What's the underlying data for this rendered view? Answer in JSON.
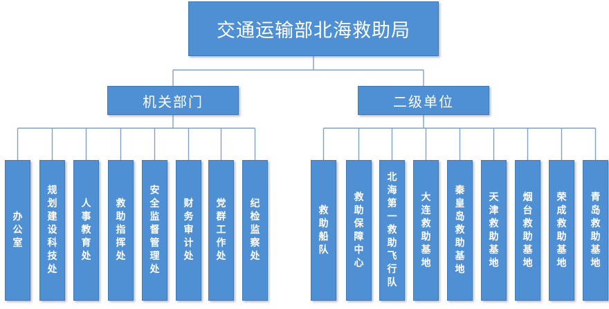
{
  "root": {
    "label": "交通运输部北海救助局"
  },
  "groups": [
    {
      "label": "机关部门",
      "children": [
        "办公室",
        "规划建设科技处",
        "人事教育处",
        "救助指挥处",
        "安全监督管理处",
        "财务审计处",
        "党群工作处",
        "纪检监察处"
      ]
    },
    {
      "label": "二级单位",
      "children": [
        "救助船队",
        "救助保障中心",
        "北海第一救助飞行队",
        "大连救助基地",
        "秦皇岛救助基地",
        "天津救助基地",
        "烟台救助基地",
        "荣成救助基地",
        "青岛救助基地"
      ]
    }
  ],
  "colors": {
    "box": "#4f8fd4",
    "line": "#7f9fc4",
    "text": "#ffffff"
  }
}
